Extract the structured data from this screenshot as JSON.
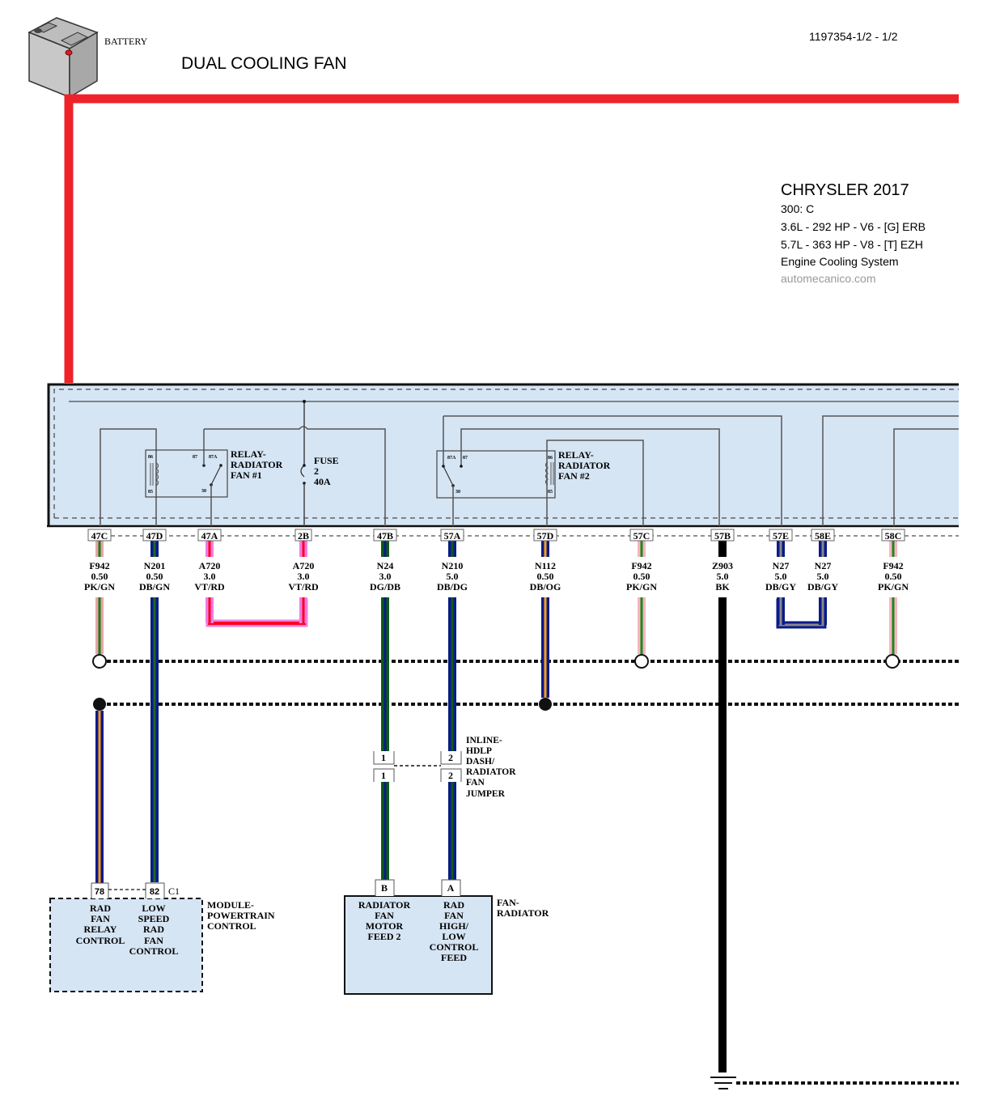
{
  "header": {
    "battery_label": "BATTERY",
    "title": "DUAL COOLING FAN",
    "doc_id": "1197354-1/2 - 1/2"
  },
  "vehicle_info": {
    "make_year": "CHRYSLER 2017",
    "model": "300: C",
    "engine_1": "3.6L - 292 HP - V6 - [G] ERB",
    "engine_2": "5.7L - 363 HP - V8 - [T] EZH",
    "system": "Engine Cooling System",
    "source": "automecanico.com"
  },
  "relay1": {
    "name": [
      "RELAY-",
      "RADIATOR",
      "FAN #1"
    ],
    "pins": [
      "86",
      "85",
      "87",
      "87A",
      "30"
    ]
  },
  "relay2": {
    "name": [
      "RELAY-",
      "RADIATOR",
      "FAN #2"
    ],
    "pins": [
      "87A",
      "87",
      "30",
      "86",
      "85"
    ]
  },
  "fuse": {
    "name": [
      "FUSE",
      "2",
      "40A"
    ]
  },
  "pins": [
    {
      "id": "47C",
      "circuit": "F942",
      "gauge": "0.50",
      "color": "PK/GN",
      "stripes": [
        "#e8a5a5",
        "#1a7a1a"
      ]
    },
    {
      "id": "47D",
      "circuit": "N201",
      "gauge": "0.50",
      "color": "DB/GN",
      "stripes": [
        "#0a1a8a",
        "#1a6a1a"
      ]
    },
    {
      "id": "47A",
      "circuit": "A720",
      "gauge": "3.0",
      "color": "VT/RD",
      "stripes": [
        "#ef7ee0",
        "#ff0022"
      ]
    },
    {
      "id": "2B",
      "circuit": "A720",
      "gauge": "3.0",
      "color": "VT/RD",
      "stripes": [
        "#ef7ee0",
        "#ff0022"
      ]
    },
    {
      "id": "47B",
      "circuit": "N24",
      "gauge": "3.0",
      "color": "DG/DB",
      "stripes": [
        "#0d5a15",
        "#0a1a8a"
      ]
    },
    {
      "id": "57A",
      "circuit": "N210",
      "gauge": "5.0",
      "color": "DB/DG",
      "stripes": [
        "#0a1a8a",
        "#0d5a15"
      ]
    },
    {
      "id": "57D",
      "circuit": "N112",
      "gauge": "0.50",
      "color": "DB/OG",
      "stripes": [
        "#0a1a8a",
        "#f5a01a"
      ]
    },
    {
      "id": "57C",
      "circuit": "F942",
      "gauge": "0.50",
      "color": "PK/GN",
      "stripes": [
        "#f5b5c0",
        "#1a8a1a"
      ]
    },
    {
      "id": "57B",
      "circuit": "Z903",
      "gauge": "5.0",
      "color": "BK",
      "stripes": [
        "#000000",
        "#000000"
      ]
    },
    {
      "id": "57E",
      "circuit": "N27",
      "gauge": "5.0",
      "color": "DB/GY",
      "stripes": [
        "#0a1a8a",
        "#888888"
      ]
    },
    {
      "id": "58E",
      "circuit": "N27",
      "gauge": "5.0",
      "color": "DB/GY",
      "stripes": [
        "#0a1a8a",
        "#888888"
      ]
    },
    {
      "id": "58C",
      "circuit": "F942",
      "gauge": "0.50",
      "color": "PK/GN",
      "stripes": [
        "#f5b5c0",
        "#1a8a1a"
      ]
    }
  ],
  "inline_connector": {
    "name": [
      "INLINE-",
      "HDLP",
      "DASH/",
      "RADIATOR",
      "FAN",
      "JUMPER"
    ],
    "pins_top": [
      "1",
      "2"
    ],
    "pins_bottom": [
      "1",
      "2"
    ]
  },
  "pcm": {
    "pins": [
      "78",
      "82"
    ],
    "connector": "C1",
    "name": [
      "MODULE-",
      "POWERTRAIN",
      "CONTROL"
    ],
    "pin78_desc": [
      "RAD",
      "FAN",
      "RELAY",
      "CONTROL"
    ],
    "pin82_desc": [
      "LOW",
      "SPEED",
      "RAD",
      "FAN",
      "CONTROL"
    ]
  },
  "fan": {
    "pins": [
      "B",
      "A"
    ],
    "name": [
      "FAN-",
      "RADIATOR"
    ],
    "pinB_desc": [
      "RADIATOR",
      "FAN",
      "MOTOR",
      "FEED 2"
    ],
    "pinA_desc": [
      "RAD",
      "FAN",
      "HIGH/",
      "LOW",
      "CONTROL",
      "FEED"
    ]
  },
  "colors": {
    "battery_feed": "#ee2229",
    "module_fill": "#d6e5f4",
    "line": "#555555"
  }
}
